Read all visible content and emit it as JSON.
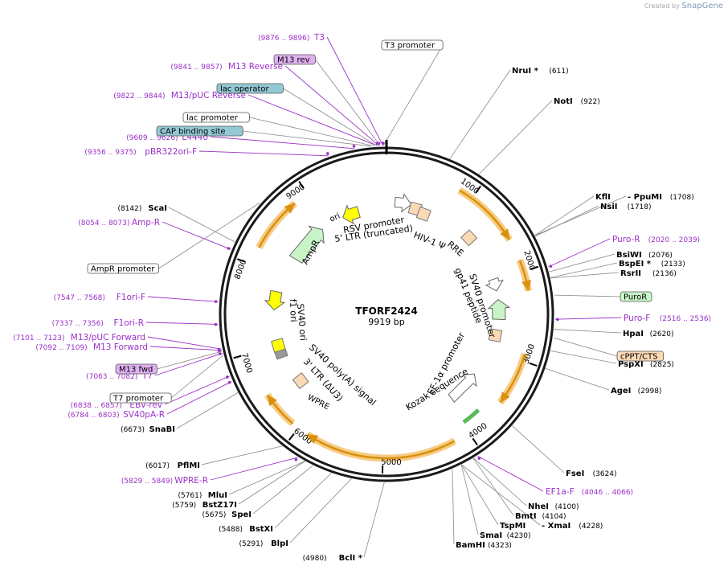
{
  "credit": {
    "prefix": "Created by",
    "brand": "SnapGene"
  },
  "plasmid": {
    "name": "TFORF2424",
    "length_label": "9919 bp",
    "length": 9919
  },
  "colors": {
    "enzyme": "#000000",
    "primer": "#9b30c8",
    "backbone": "#1a1a1a",
    "orange_arrow": "#d9900f",
    "orange_glow": "#f6cc83",
    "green_arrow": "#c8f4c8",
    "yellow": "#ffff00"
  },
  "ruler": [
    {
      "pos": 1000,
      "label": "1000"
    },
    {
      "pos": 2000,
      "label": "2000"
    },
    {
      "pos": 3000,
      "label": "3000"
    },
    {
      "pos": 4000,
      "label": "4000"
    },
    {
      "pos": 5000,
      "label": "5000"
    },
    {
      "pos": 6000,
      "label": "6000"
    },
    {
      "pos": 7000,
      "label": "7000"
    },
    {
      "pos": 8000,
      "label": "8000"
    },
    {
      "pos": 9000,
      "label": "9000"
    }
  ],
  "enzymes": [
    {
      "name": "NruI *",
      "pos_label": "(611)",
      "pos": 611
    },
    {
      "name": "NotI",
      "pos_label": "(922)",
      "pos": 922
    },
    {
      "name": "KflI",
      "pos_label": "",
      "pos": 1708
    },
    {
      "name": "- PpuMI",
      "pos_label": "(1708)",
      "pos": 1708
    },
    {
      "name": "NsiI",
      "pos_label": "(1718)",
      "pos": 1718
    },
    {
      "name": "BsiWI",
      "pos_label": "(2076)",
      "pos": 2076
    },
    {
      "name": "BspEI *",
      "pos_label": "(2133)",
      "pos": 2133
    },
    {
      "name": "RsrII",
      "pos_label": "(2136)",
      "pos": 2136
    },
    {
      "name": "HpaI",
      "pos_label": "(2620)",
      "pos": 2620
    },
    {
      "name": "PspXI",
      "pos_label": "(2825)",
      "pos": 2825
    },
    {
      "name": "AgeI",
      "pos_label": "(2998)",
      "pos": 2998
    },
    {
      "name": "FseI",
      "pos_label": "(3624)",
      "pos": 3624
    },
    {
      "name": "NheI",
      "pos_label": "(4100)",
      "pos": 4100
    },
    {
      "name": "BmtI",
      "pos_label": "(4104)",
      "pos": 4104
    },
    {
      "name": "TspMI",
      "pos_label": "",
      "pos": 4228
    },
    {
      "name": "- XmaI",
      "pos_label": "(4228)",
      "pos": 4228
    },
    {
      "name": "SmaI",
      "pos_label": "(4230)",
      "pos": 4230
    },
    {
      "name": "BamHI",
      "pos_label": "(4323)",
      "pos": 4323
    },
    {
      "name": "BclI *",
      "pos_label": "(4980)",
      "pos": 4980
    },
    {
      "name": "BlpI",
      "pos_label": "(5291)",
      "pos": 5291
    },
    {
      "name": "BstXI",
      "pos_label": "(5488)",
      "pos": 5488
    },
    {
      "name": "SpeI",
      "pos_label": "(5675)",
      "pos": 5675
    },
    {
      "name": "BstZ17I",
      "pos_label": "(5759)",
      "pos": 5759
    },
    {
      "name": "MluI",
      "pos_label": "(5761)",
      "pos": 5761
    },
    {
      "name": "PflMI",
      "pos_label": "(6017)",
      "pos": 6017
    },
    {
      "name": "SnaBI",
      "pos_label": "(6673)",
      "pos": 6673
    },
    {
      "name": "ScaI",
      "pos_label": "(8142)",
      "pos": 8142
    }
  ],
  "primers": [
    {
      "name": "T3",
      "range": "(9876 .. 9896)",
      "pos": 9886
    },
    {
      "name": "M13 Reverse",
      "range": "(9841 .. 9857)",
      "pos": 9849
    },
    {
      "name": "M13/pUC Reverse",
      "range": "(9822 .. 9844)",
      "pos": 9833
    },
    {
      "name": "L4440",
      "range": "(9609 .. 9626)",
      "pos": 9617
    },
    {
      "name": "pBR322ori-F",
      "range": "(9356 .. 9375)",
      "pos": 9365
    },
    {
      "name": "Amp-R",
      "range": "(8054 .. 8073)",
      "pos": 8063
    },
    {
      "name": "F1ori-F",
      "range": "(7547 .. 7568)",
      "pos": 7557
    },
    {
      "name": "F1ori-R",
      "range": "(7337 .. 7356)",
      "pos": 7346
    },
    {
      "name": "M13/pUC Forward",
      "range": "(7101 .. 7123)",
      "pos": 7112
    },
    {
      "name": "M13 Forward",
      "range": "(7092 .. 7109)",
      "pos": 7100
    },
    {
      "name": "T7",
      "range": "(7063 .. 7082)",
      "pos": 7072
    },
    {
      "name": "EBV-rev",
      "range": "(6838 .. 6857)",
      "pos": 6847
    },
    {
      "name": "SV40pA-R",
      "range": "(6784 .. 6803)",
      "pos": 6793
    },
    {
      "name": "WPRE-R",
      "range": "(5829 .. 5849)",
      "pos": 5839
    },
    {
      "name": "EF1a-F",
      "range": "(4046 .. 4066)",
      "pos": 4056
    },
    {
      "name": "Puro-R",
      "range": "(2020 .. 2039)",
      "pos": 2030
    },
    {
      "name": "Puro-F",
      "range": "(2516 .. 2536)",
      "pos": 2526
    }
  ],
  "boxed_labels": [
    {
      "text": "T3 promoter",
      "style": "white",
      "pos": 9890
    },
    {
      "text": "M13 rev",
      "style": "purple",
      "pos": 9860
    },
    {
      "text": "lac operator",
      "style": "teal",
      "pos": 9830
    },
    {
      "text": "lac promoter",
      "style": "white",
      "pos": 9800
    },
    {
      "text": "CAP binding site",
      "style": "teal",
      "pos": 9770
    },
    {
      "text": "AmpR promoter",
      "style": "white",
      "pos": 8580
    },
    {
      "text": "M13 fwd",
      "style": "purple",
      "pos": 7090
    },
    {
      "text": "T7 promoter",
      "style": "white",
      "pos": 7050
    },
    {
      "text": "PuroR",
      "style": "green",
      "pos": 2300
    },
    {
      "text": "cPPT/CTS",
      "style": "peach",
      "pos": 2700
    }
  ],
  "inner_labels": [
    {
      "text": "ori"
    },
    {
      "text": "RSV promoter"
    },
    {
      "text": "5' LTR (truncated)"
    },
    {
      "text": "HIV-1 Ψ"
    },
    {
      "text": "RRE"
    },
    {
      "text": "gp41 peptide"
    },
    {
      "text": "SV40 promoter"
    },
    {
      "text": "EF-1α promoter"
    },
    {
      "text": "Kozak sequence"
    },
    {
      "text": "WPRE"
    },
    {
      "text": "3' LTR (ΔU3)"
    },
    {
      "text": "SV40 poly(A) signal"
    },
    {
      "text": "SV40 ori"
    },
    {
      "text": "f1 ori"
    },
    {
      "text": "AmpR"
    }
  ]
}
